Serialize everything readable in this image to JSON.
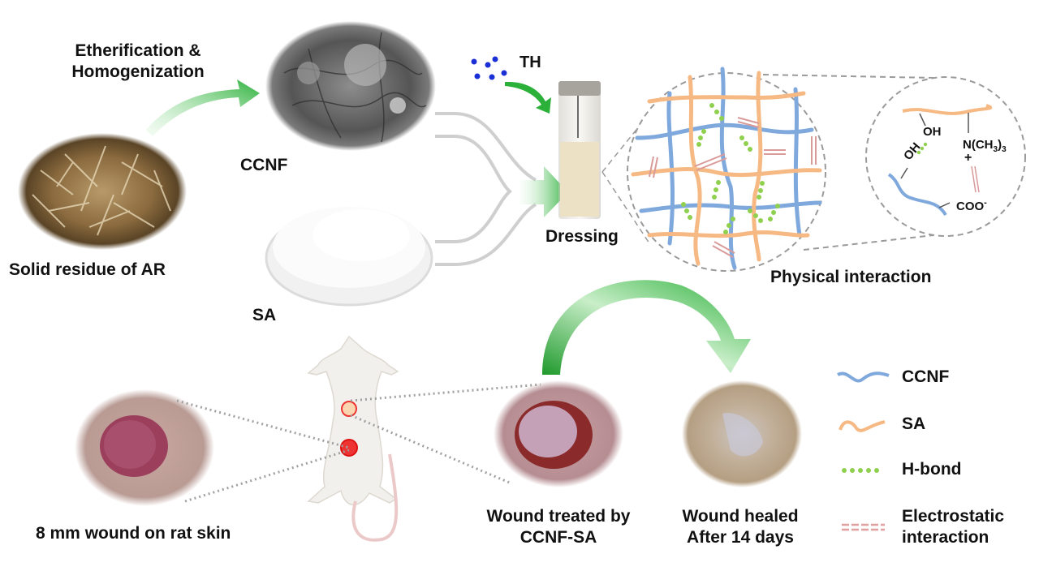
{
  "labels": {
    "step1_line1": "Etherification &",
    "step1_line2": "Homogenization",
    "ccnf": "CCNF",
    "sa": "SA",
    "th": "TH",
    "dressing": "Dressing",
    "raw_material": "Solid residue of AR",
    "physical_interaction": "Physical interaction",
    "wound_initial": "8 mm wound on rat skin",
    "wound_treated_line1": "Wound treated by",
    "wound_treated_line2": "CCNF-SA",
    "wound_healed_line1": "Wound healed",
    "wound_healed_line2": "After 14 days"
  },
  "chemistry": {
    "oh_top": "OH",
    "oh_bottom": "OH",
    "amine": "N(CH",
    "amine_sub": "3",
    "amine_close": ")",
    "amine_sub2": "3",
    "plus": "+",
    "carboxylate": "COO",
    "minus": "-"
  },
  "legend": {
    "items": [
      {
        "label": "CCNF",
        "symbol": "blue-wavy-line",
        "color": "#7fa9dd"
      },
      {
        "label": "SA",
        "symbol": "orange-wavy-line",
        "color": "#f6b983"
      },
      {
        "label": "H-bond",
        "symbol": "green-dots",
        "color": "#8fd14f"
      },
      {
        "label": "Electrostatic",
        "label2": "interaction",
        "symbol": "red-double-dashes",
        "color": "#e0a0a0"
      }
    ]
  },
  "colors": {
    "arrow_green": "#2bb03a",
    "ccnf_blue": "#7fa9dd",
    "sa_orange": "#f6b983",
    "hbond_green": "#8fd14f",
    "electrostatic_red": "#e0a0a0",
    "th_dots": "#1a2fd6",
    "wound_marker": "#ee3333"
  }
}
